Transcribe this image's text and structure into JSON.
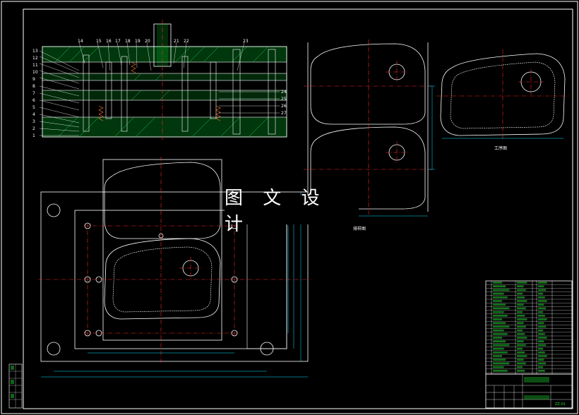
{
  "drawing": {
    "watermark_text": "图 文 设 计",
    "label_layout_view": "排样图",
    "label_workpiece_view": "工序图",
    "drawing_number": "ZZ-01"
  },
  "section_view": {
    "left_part_numbers": [
      "13",
      "12",
      "11",
      "10",
      "9",
      "8",
      "7",
      "6",
      "5",
      "4",
      "3",
      "2",
      "1"
    ],
    "top_part_numbers": [
      "14",
      "15",
      "16",
      "17",
      "18",
      "19",
      "20",
      "21",
      "22",
      "23"
    ],
    "right_part_numbers": [
      "24",
      "25",
      "26",
      "27"
    ]
  },
  "colors": {
    "background": "#000000",
    "outline": "#ffffff",
    "centerline": "#ff2a2a",
    "dimension": "#00e5ff",
    "hatch": "#22cc55",
    "title_green": "#22dd33"
  }
}
